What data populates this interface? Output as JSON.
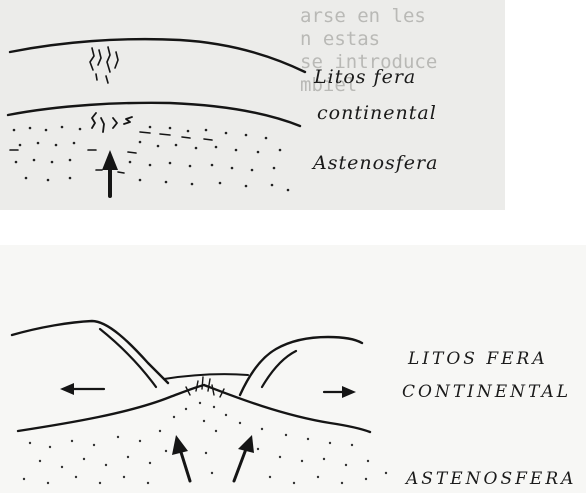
{
  "background_text": [
    "arse en les",
    "n estas",
    "se introduce",
    "mbiel"
  ],
  "top_panel": {
    "lithosphere_label": [
      "Litos fera",
      "continental"
    ],
    "asthenosphere_label": "Astenosfera"
  },
  "bottom_panel": {
    "lithosphere_label": [
      "LITOS FERA",
      "CONTINENTAL"
    ],
    "asthenosphere_label": "ASTENOSFERA"
  }
}
